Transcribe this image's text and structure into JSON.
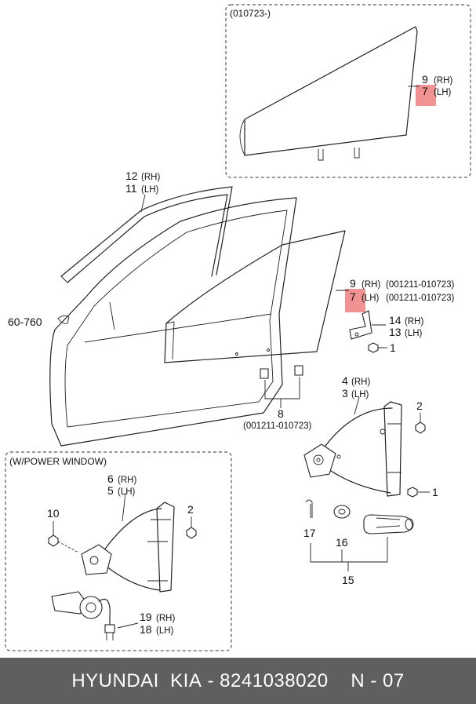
{
  "boxes": {
    "top_title": "(010723-)",
    "power_title": "(W/POWER WINDOW)"
  },
  "labels": {
    "top_9": "9",
    "top_9_side": "(RH)",
    "top_7": "7",
    "top_7_side": "(LH)",
    "l12": "12",
    "l12_side": "(RH)",
    "l11": "11",
    "l11_side": "(LH)",
    "ref": "60-760",
    "m9": "9",
    "m9_side": "(RH)",
    "m9_range": "(001211-010723)",
    "m7": "7",
    "m7_side": "(LH)",
    "m7_range": "(001211-010723)",
    "l14": "14",
    "l14_side": "(RH)",
    "l13": "13",
    "l13_side": "(LH)",
    "l1a": "1",
    "l8": "8",
    "l8_range": "(001211-010723)",
    "l4": "4",
    "l4_side": "(RH)",
    "l3": "3",
    "l3_side": "(LH)",
    "l2a": "2",
    "l1b": "1",
    "l17": "17",
    "l16": "16",
    "l15": "15",
    "p6": "6",
    "p6_side": "(RH)",
    "p5": "5",
    "p5_side": "(LH)",
    "p10": "10",
    "p2": "2",
    "p19": "19",
    "p19_side": "(RH)",
    "p18": "18",
    "p18_side": "(LH)"
  },
  "footer": {
    "brand": "HYUNDAI  KIA",
    "sep": " - ",
    "part_number": "8241038020",
    "gap": "    ",
    "page": "N - 07"
  },
  "colors": {
    "highlight": "#f08080",
    "footer_bg": "#5f5f5f",
    "footer_text": "#ffffff"
  }
}
